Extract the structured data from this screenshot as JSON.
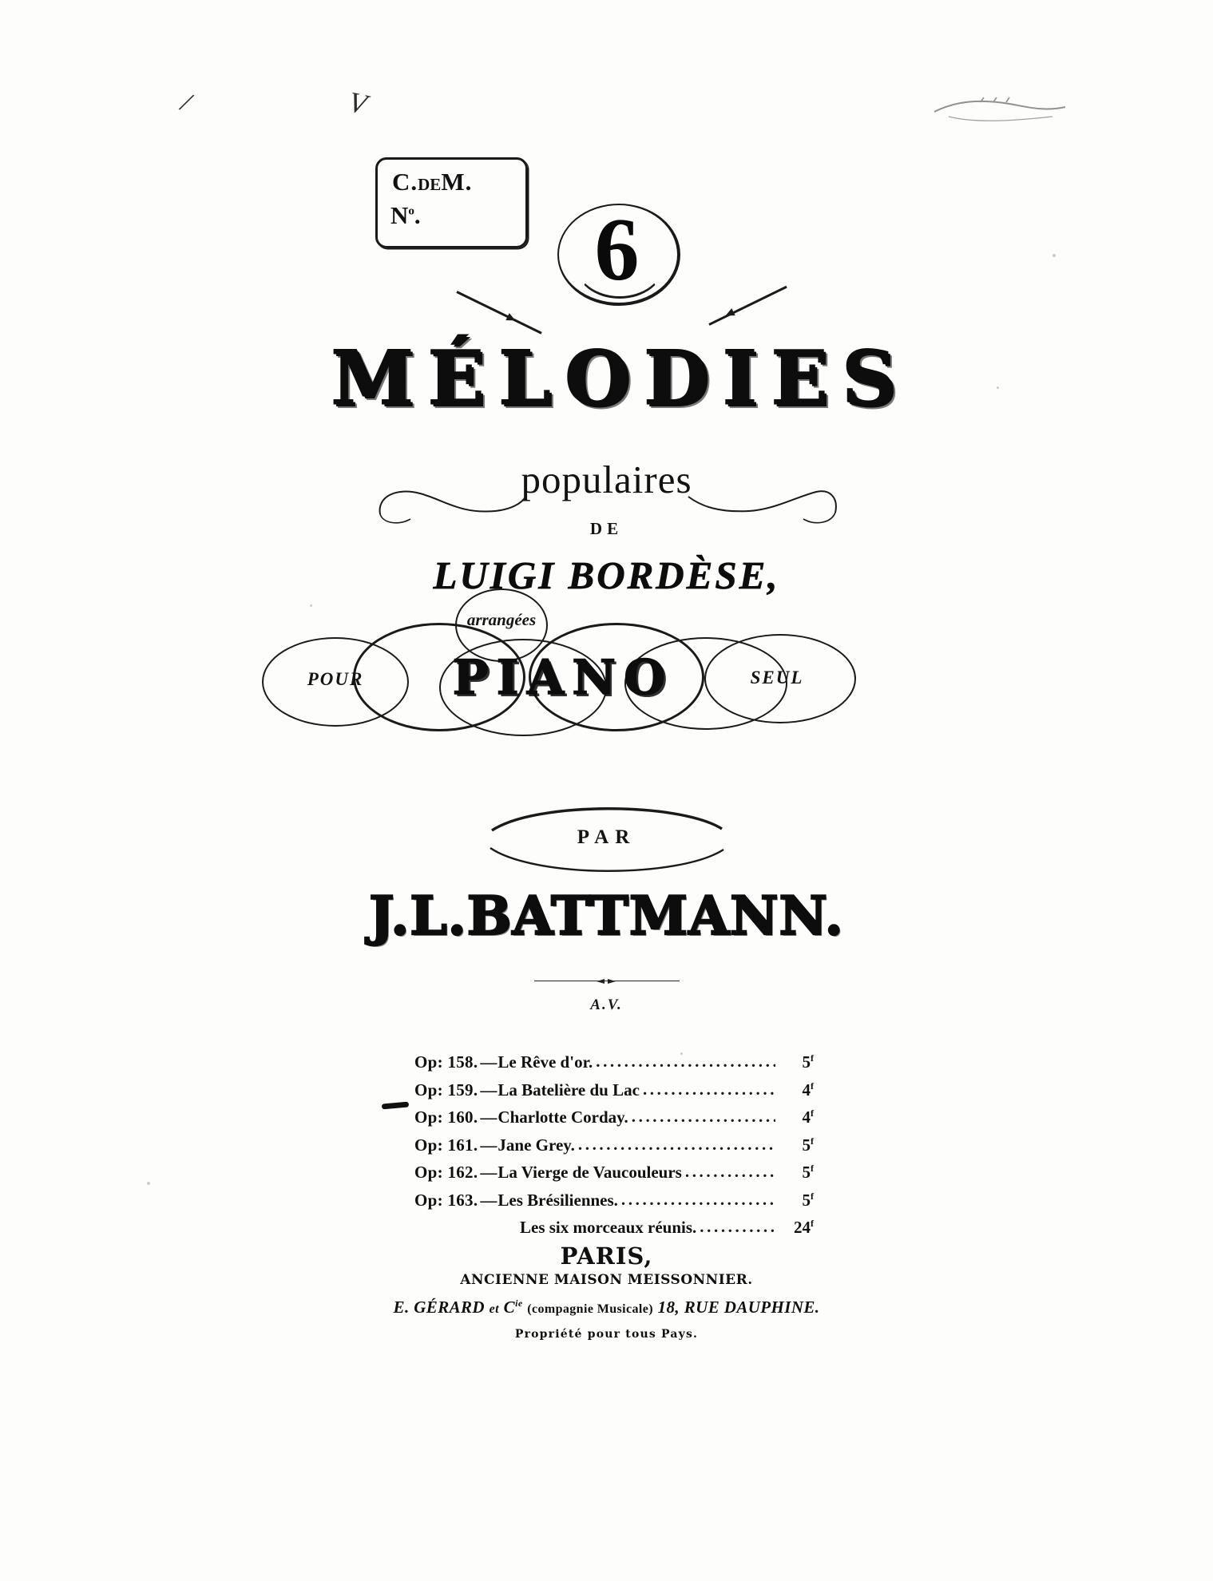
{
  "page": {
    "pencil_marks": [
      "/",
      "V"
    ],
    "stamp": {
      "line1_main": "C.",
      "line1_small": "DE",
      "line1_tail": "M.",
      "line2": "N",
      "line2_sup": "o"
    }
  },
  "title": {
    "numeral": "6",
    "main": "MÉLODIES",
    "sub": "populaires",
    "de": "DE",
    "composer": "LUIGI BORDÈSE,"
  },
  "arrangement": {
    "arrangees": "arrangées",
    "pour": "POUR",
    "piano": "PIANO",
    "seul": "SEUL",
    "par": "PAR",
    "arranger": "J.L.BATTMANN.",
    "av_mark": "A.V."
  },
  "contents": {
    "leader": "....................................................",
    "rows": [
      {
        "op": "Op: 158.",
        "dash": "—",
        "work": "Le Rêve d'or.",
        "price": "5",
        "price_sup": "f"
      },
      {
        "op": "Op: 159.",
        "dash": "—",
        "work": "La Batelière du Lac",
        "price": "4",
        "price_sup": "f"
      },
      {
        "op": "Op: 160.",
        "dash": "—",
        "work": "Charlotte Corday.",
        "price": "4",
        "price_sup": "f"
      },
      {
        "op": "Op: 161.",
        "dash": "—",
        "work": "Jane  Grey.",
        "price": "5",
        "price_sup": "f"
      },
      {
        "op": "Op: 162.",
        "dash": "—",
        "work": "La Vierge de Vaucouleurs",
        "price": "5",
        "price_sup": "f"
      },
      {
        "op": "Op: 163.",
        "dash": "—",
        "work": "Les Brésiliennes.",
        "price": "5",
        "price_sup": "f"
      }
    ],
    "total": {
      "work": "Les six morceaux réunis.",
      "price": "24",
      "price_sup": "f"
    }
  },
  "imprint": {
    "city": "PARIS,",
    "house": "ANCIENNE MAISON MEISSONNIER.",
    "publisher_name": "E. GÉRARD",
    "publisher_and": "et",
    "publisher_cie": "C",
    "publisher_cie_sup": "ie",
    "publisher_desc": "(compagnie Musicale)",
    "publisher_address": "18, RUE DAUPHINE.",
    "rights": "Propriété  pour  tous  Pays."
  },
  "colors": {
    "ink": "#101010",
    "paper": "#fdfdfb"
  }
}
